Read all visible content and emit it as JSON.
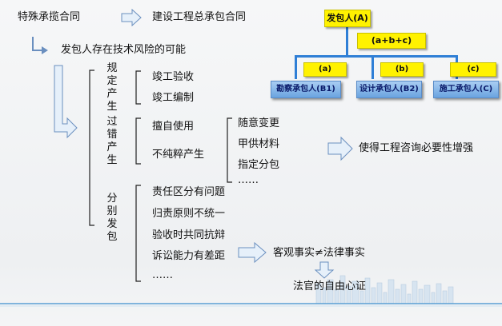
{
  "header": {
    "contract_type": "特殊承揽合同",
    "contract_full": "建设工程总承包合同",
    "risk": "发包人存在技术风险的可能"
  },
  "groups": {
    "regulated": {
      "label": "规定产生",
      "items": [
        "竣工验收",
        "竣工编制"
      ]
    },
    "fault": {
      "label": "过错产生",
      "items": [
        "擅自使用",
        "不纯粹产生"
      ],
      "sub_items": [
        "随意变更",
        "甲供材料",
        "指定分包",
        "……"
      ],
      "conclusion": "使得工程咨询必要性增强"
    },
    "separate": {
      "label": "分别发包",
      "items": [
        "责任区分有问题",
        "归责原则不统一",
        "验收时共同抗辩",
        "诉讼能力有差距",
        "……"
      ],
      "fact": "客观事实≠法律事实",
      "result": "法官的自由心证"
    }
  },
  "org": {
    "owner": "发包人(A)",
    "total": "(a+b+c)",
    "parts": [
      {
        "tag": "(a)",
        "name": "勘察承包人(B1)"
      },
      {
        "tag": "(b)",
        "name": "设计承包人(B2)"
      },
      {
        "tag": "(c)",
        "name": "施工承包人(C)"
      }
    ]
  },
  "colors": {
    "accent_yellow": "#fff200",
    "box_blue": "#6aa4e0",
    "line_blue": "#2f7fd6",
    "arrow_fill": "#e6f0fa",
    "arrow_stroke": "#6a8fbf"
  }
}
